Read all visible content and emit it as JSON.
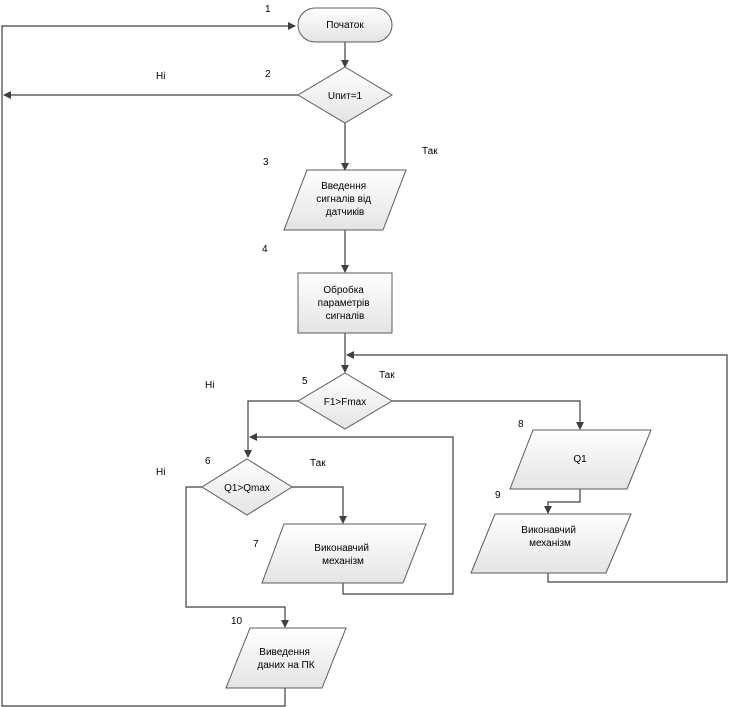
{
  "flowchart": {
    "blocks": {
      "start": {
        "number": "1",
        "text": "Початок"
      },
      "check_power": {
        "number": "2",
        "text": "Uпит=1"
      },
      "input_signals": {
        "number": "3",
        "lines": [
          "Введення",
          "сигналів від",
          "датчиків"
        ]
      },
      "process_params": {
        "number": "4",
        "lines": [
          "Обробка",
          "параметрів",
          "сигналів"
        ]
      },
      "check_f1": {
        "number": "5",
        "text": "F1>Fmax"
      },
      "check_q1": {
        "number": "6",
        "text": "Q1>Qmax"
      },
      "actuator_left": {
        "number": "7",
        "lines": [
          "Виконавчий",
          "механізм"
        ]
      },
      "q1_output": {
        "number": "8",
        "text": "Q1"
      },
      "actuator_right": {
        "number": "9",
        "lines": [
          "Виконавчий",
          "механізм"
        ]
      },
      "output_pc": {
        "number": "10",
        "lines": [
          "Виведення",
          "даних на ПК"
        ]
      }
    },
    "labels": {
      "no_2": "Ні",
      "yes_2": "Так",
      "no_5": "Ні",
      "yes_5": "Так",
      "no_6": "Ні",
      "yes_6": "Так"
    }
  }
}
